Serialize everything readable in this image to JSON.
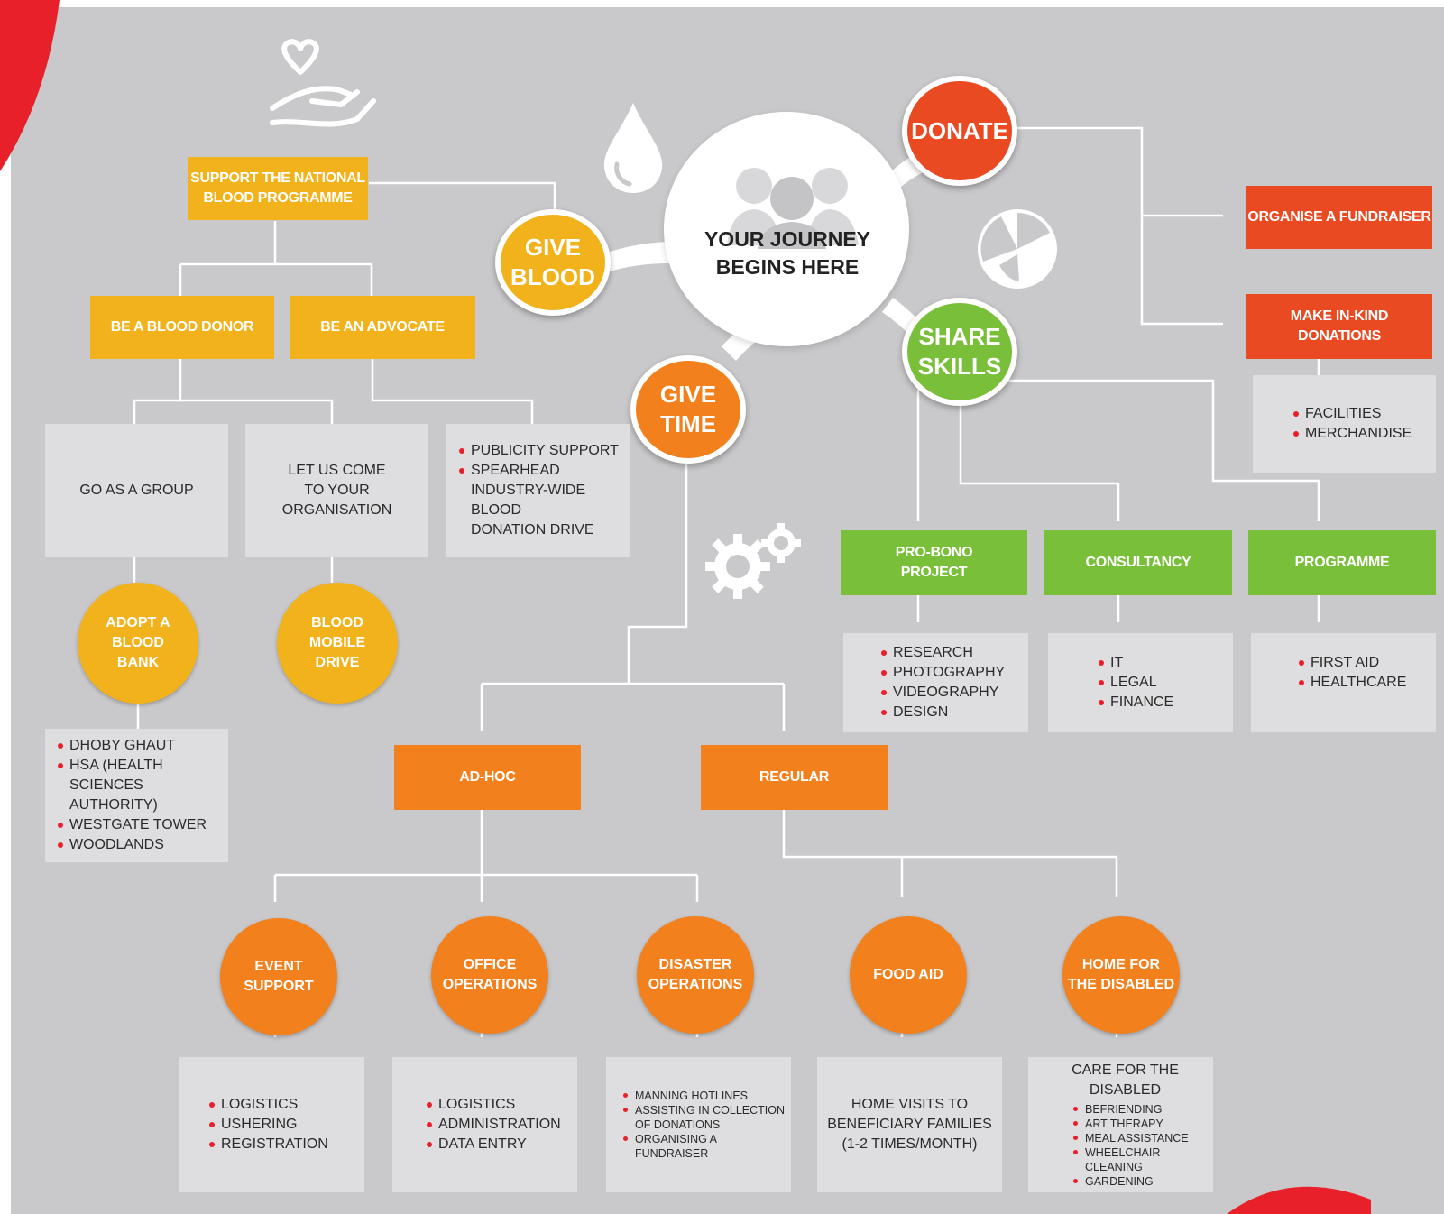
{
  "colors": {
    "background": "#c9c9cb",
    "yellow": "#f2b21b",
    "red": "#ea4a22",
    "orange": "#f2801d",
    "green": "#79bf3a",
    "grey_box": "#dedee0",
    "bullet": "#e8202a",
    "corner_accent": "#e8202a"
  },
  "icons": [
    "hand-heart-icon",
    "blood-drop-icon",
    "people-icon",
    "pie-chart-icon",
    "gears-icon"
  ],
  "center": {
    "title": "YOUR JOURNEY\nBEGINS HERE"
  },
  "hubs": {
    "give_blood": "GIVE\nBLOOD",
    "donate": "DONATE",
    "share_skills": "SHARE\nSKILLS",
    "give_time": "GIVE\nTIME"
  },
  "blood": {
    "support": "SUPPORT THE NATIONAL\nBLOOD PROGRAMME",
    "donor": "BE A BLOOD DONOR",
    "advocate": "BE AN ADVOCATE",
    "group": "GO AS A GROUP",
    "come": "LET US COME\nTO YOUR\nORGANISATION",
    "advocate_items": [
      "PUBLICITY SUPPORT",
      "SPEARHEAD\nINDUSTRY-WIDE BLOOD\nDONATION DRIVE"
    ],
    "adopt": "ADOPT A\nBLOOD\nBANK",
    "mobile": "BLOOD\nMOBILE\nDRIVE",
    "bank_items": [
      "DHOBY GHAUT",
      "HSA (HEALTH SCIENCES\nAUTHORITY)",
      "WESTGATE TOWER",
      "WOODLANDS"
    ]
  },
  "donate": {
    "fundraiser": "ORGANISE A FUNDRAISER",
    "inkind": "MAKE IN-KIND\nDONATIONS",
    "inkind_items": [
      "FACILITIES",
      "MERCHANDISE"
    ]
  },
  "skills": {
    "probono": "PRO-BONO\nPROJECT",
    "consultancy": "CONSULTANCY",
    "programme": "PROGRAMME",
    "probono_items": [
      "RESEARCH",
      "PHOTOGRAPHY",
      "VIDEOGRAPHY",
      "DESIGN"
    ],
    "consultancy_items": [
      "IT",
      "LEGAL",
      "FINANCE"
    ],
    "programme_items": [
      "FIRST AID",
      "HEALTHCARE"
    ]
  },
  "time": {
    "adhoc": "AD-HOC",
    "regular": "REGULAR",
    "event": "EVENT\nSUPPORT",
    "office": "OFFICE\nOPERATIONS",
    "disaster": "DISASTER\nOPERATIONS",
    "food": "FOOD AID",
    "home": "HOME FOR\nTHE DISABLED",
    "event_items": [
      "LOGISTICS",
      "USHERING",
      "REGISTRATION"
    ],
    "office_items": [
      "LOGISTICS",
      "ADMINISTRATION",
      "DATA ENTRY"
    ],
    "disaster_items": [
      "MANNING HOTLINES",
      "ASSISTING IN COLLECTION\nOF DONATIONS",
      "ORGANISING A FUNDRAISER"
    ],
    "food_text": "HOME VISITS TO\nBENEFICIARY FAMILIES\n(1-2 TIMES/MONTH)",
    "home_head": "CARE FOR THE DISABLED",
    "home_items": [
      "BEFRIENDING",
      "ART THERAPY",
      "MEAL ASSISTANCE",
      "WHEELCHAIR CLEANING",
      "GARDENING"
    ]
  }
}
